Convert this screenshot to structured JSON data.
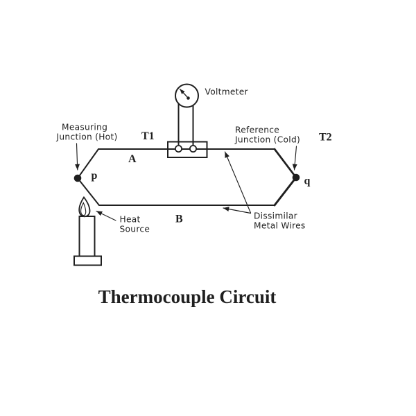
{
  "title": "Thermocouple Circuit",
  "colors": {
    "line": "#1f1f1f",
    "background": "#ffffff"
  },
  "labels": {
    "voltmeter": "Voltmeter",
    "measuring_line1": "Measuring",
    "measuring_line2": "Junction (Hot)",
    "reference_line1": "Reference",
    "reference_line2": "Junction (Cold)",
    "t1": "T1",
    "t2": "T2",
    "wire_a": "A",
    "wire_b": "B",
    "point_p": "p",
    "point_q": "q",
    "heat_line1": "Heat",
    "heat_line2": "Source",
    "dissimilar_line1": "Dissimilar",
    "dissimilar_line2": "Metal Wires"
  }
}
